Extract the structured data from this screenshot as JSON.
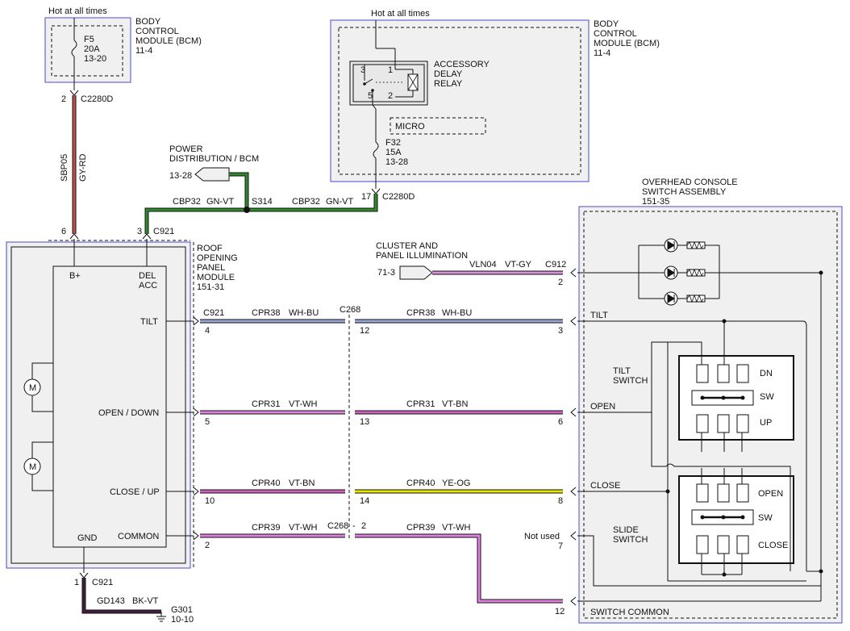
{
  "bcm_left": {
    "hot": "Hot at all times",
    "title": [
      "BODY",
      "CONTROL",
      "MODULE (BCM)",
      "11-4"
    ],
    "fuse": [
      "F5",
      "20A",
      "13-20"
    ],
    "pin": "2",
    "connector": "C2280D"
  },
  "bcm_right": {
    "hot": "Hot at all times",
    "title": [
      "BODY",
      "CONTROL",
      "MODULE (BCM)",
      "11-4"
    ],
    "relay_pins": [
      "3",
      "1",
      "5",
      "2"
    ],
    "relay_label": [
      "ACCESSORY",
      "DELAY",
      "RELAY"
    ],
    "micro": "MICRO",
    "fuse": [
      "F32",
      "15A",
      "13-28"
    ],
    "pin": "17",
    "connector": "C2280D"
  },
  "power_dist": {
    "title": [
      "POWER",
      "DISTRIBUTION / BCM"
    ],
    "ref": "13-28"
  },
  "wires": {
    "sbp05_circuit": "SBP05",
    "sbp05_color": "GY-RD",
    "cbp32_left": "CBP32",
    "cbp32_left_color": "GN-VT",
    "splice": "S314",
    "cbp32_right": "CBP32",
    "cbp32_right_color": "GN-VT",
    "cpr38_left": "CPR38",
    "cpr38_left_color": "WH-BU",
    "cpr38_right": "CPR38",
    "cpr38_right_color": "WH-BU",
    "cpr31_left": "CPR31",
    "cpr31_left_color": "VT-WH",
    "cpr31_right": "CPR31",
    "cpr31_right_color": "VT-BN",
    "cpr40_left": "CPR40",
    "cpr40_left_color": "VT-BN",
    "cpr40_right": "CPR40",
    "cpr40_right_color": "YE-OG",
    "cpr39_left": "CPR39",
    "cpr39_left_color": "VT-WH",
    "cpr39_right": "CPR39",
    "cpr39_right_color": "VT-WH",
    "vln04": "VLN04",
    "vln04_color": "VT-GY",
    "gd143": "GD143",
    "gd143_color": "BK-VT"
  },
  "roof_module": {
    "title": [
      "ROOF",
      "OPENING",
      "PANEL",
      "MODULE",
      "151-31"
    ],
    "pin_bplus": "6",
    "pin_delacc": "3",
    "connector": "C921",
    "bplus": "B+",
    "del": "DEL",
    "acc": "ACC",
    "tilt": "TILT",
    "open_down": "OPEN / DOWN",
    "close_up": "CLOSE / UP",
    "gnd": "GND",
    "common": "COMMON",
    "motor": "M"
  },
  "c921": {
    "label": "C921",
    "pin_tilt": "4",
    "pin_open": "5",
    "pin_close": "10",
    "pin_common": "2",
    "pin_gnd": "1",
    "gnd_label": "C921"
  },
  "c268": {
    "label": "C268",
    "pin_tilt": "12",
    "pin_open": "13",
    "pin_close": "14",
    "common_label": "C268",
    "common_dash": "-",
    "common_pin": "2"
  },
  "ground": {
    "label": "G301",
    "ref": "10-10"
  },
  "cluster": {
    "title": [
      "CLUSTER AND",
      "PANEL ILLUMINATION"
    ],
    "ref": "71-3",
    "connector": "C912",
    "pin": "2"
  },
  "overhead": {
    "title": [
      "OVERHEAD CONSOLE",
      "SWITCH ASSEMBLY",
      "151-35"
    ],
    "pin_tilt": "3",
    "pin_open": "6",
    "pin_close": "8",
    "pin_notused": "7",
    "pin_common": "12",
    "tilt": "TILT",
    "open": "OPEN",
    "close": "CLOSE",
    "not_used": "Not used",
    "switch_common": "SWITCH COMMON",
    "tilt_switch": [
      "TILT",
      "SWITCH"
    ],
    "slide_switch": [
      "SLIDE",
      "SWITCH"
    ],
    "tilt_positions": [
      "DN",
      "SW",
      "UP"
    ],
    "slide_positions": [
      "OPEN",
      "SW",
      "CLOSE"
    ]
  },
  "colors": {
    "gy_rd": "#c0504d",
    "gn_vt": "#2e8b2e",
    "wh_bu": "#9aa8d8",
    "vt_wh": "#e080e0",
    "vt_bn": "#d060c0",
    "ye_og": "#e6e600",
    "vt_gy": "#d890d8",
    "bk_vt": "#402040",
    "box_border": "#4a4ad0"
  }
}
